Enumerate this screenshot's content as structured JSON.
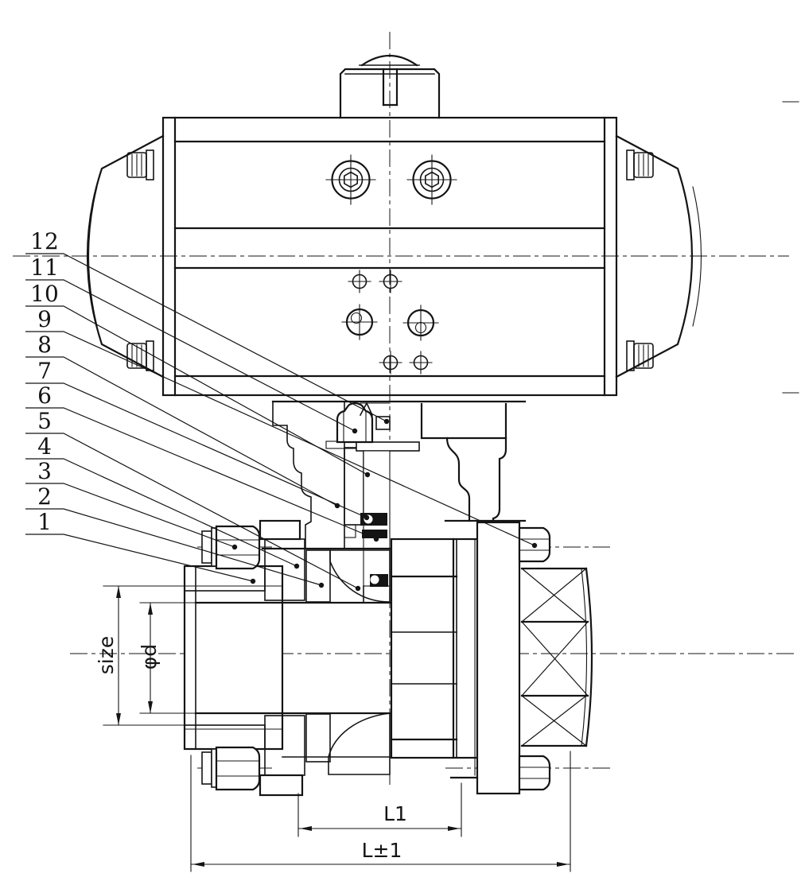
{
  "callouts": [
    "12",
    "11",
    "10",
    "9",
    "8",
    "7",
    "6",
    "5",
    "4",
    "3",
    "2",
    "1"
  ],
  "dimensions": {
    "size_label": "size",
    "bore_label": "φd",
    "body_length_label": "L1",
    "overall_length_label": "L±1"
  }
}
